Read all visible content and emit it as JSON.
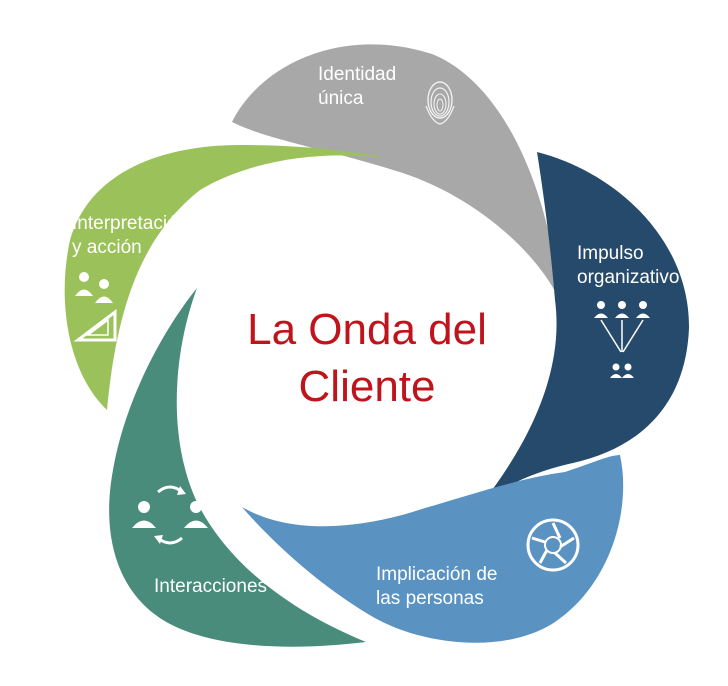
{
  "center": {
    "title_line1": "La Onda del",
    "title_line2": "Cliente",
    "color": "#c0141d"
  },
  "segments": [
    {
      "key": "identidad",
      "label_lines": [
        "Identidad",
        "única"
      ],
      "color": "#a8a8a8",
      "icon": "fingerprint-icon"
    },
    {
      "key": "impulso",
      "label_lines": [
        "Impulso",
        "organizativo"
      ],
      "color": "#264a6b",
      "icon": "org-network-icon"
    },
    {
      "key": "implicacion",
      "label_lines": [
        "Implicación de",
        "las personas"
      ],
      "color": "#5a92c2",
      "icon": "shutter-wheel-icon"
    },
    {
      "key": "interacciones",
      "label_lines": [
        "Interacciones"
      ],
      "color": "#4a8c7b",
      "icon": "people-exchange-icon"
    },
    {
      "key": "interpretacion",
      "label_lines": [
        "Interpretación",
        "y acción"
      ],
      "color": "#9bc25a",
      "icon": "people-ruler-icon"
    }
  ]
}
